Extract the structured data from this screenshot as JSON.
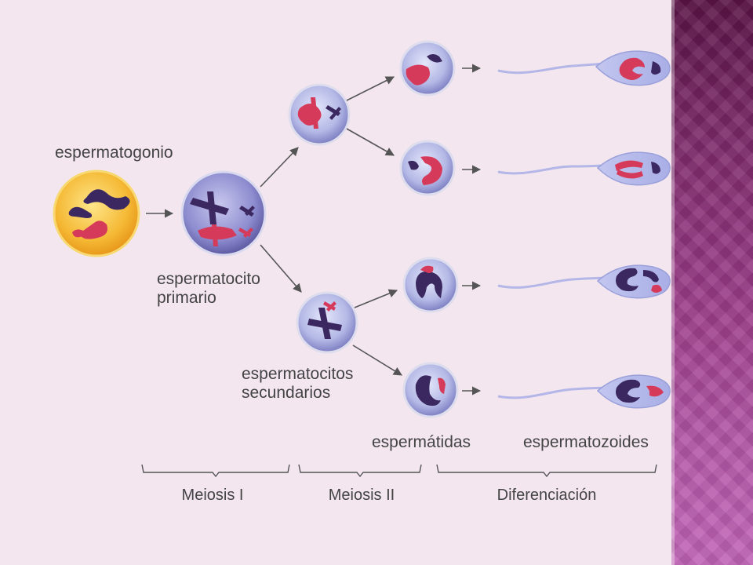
{
  "labels": {
    "spermatogonium": "espermatogonio",
    "primary_line1": "espermatocito",
    "primary_line2": "primario",
    "secondary_line1": "espermatocitos",
    "secondary_line2": "secundarios",
    "spermatids": "espermátidas",
    "spermatozoa": "espermatozoides"
  },
  "stages": [
    "Meiosis I",
    "Meiosis II",
    "Diferenciación"
  ],
  "colors": {
    "background": "#f3e6ef",
    "side_band": "#9c3d8a",
    "spermatogonium_cell": "#f2b52e",
    "cell": "#b9bfe8",
    "chromosome_dark": "#3b2860",
    "chromosome_red": "#d63a5a",
    "arrow": "#555555",
    "text": "#444444"
  }
}
